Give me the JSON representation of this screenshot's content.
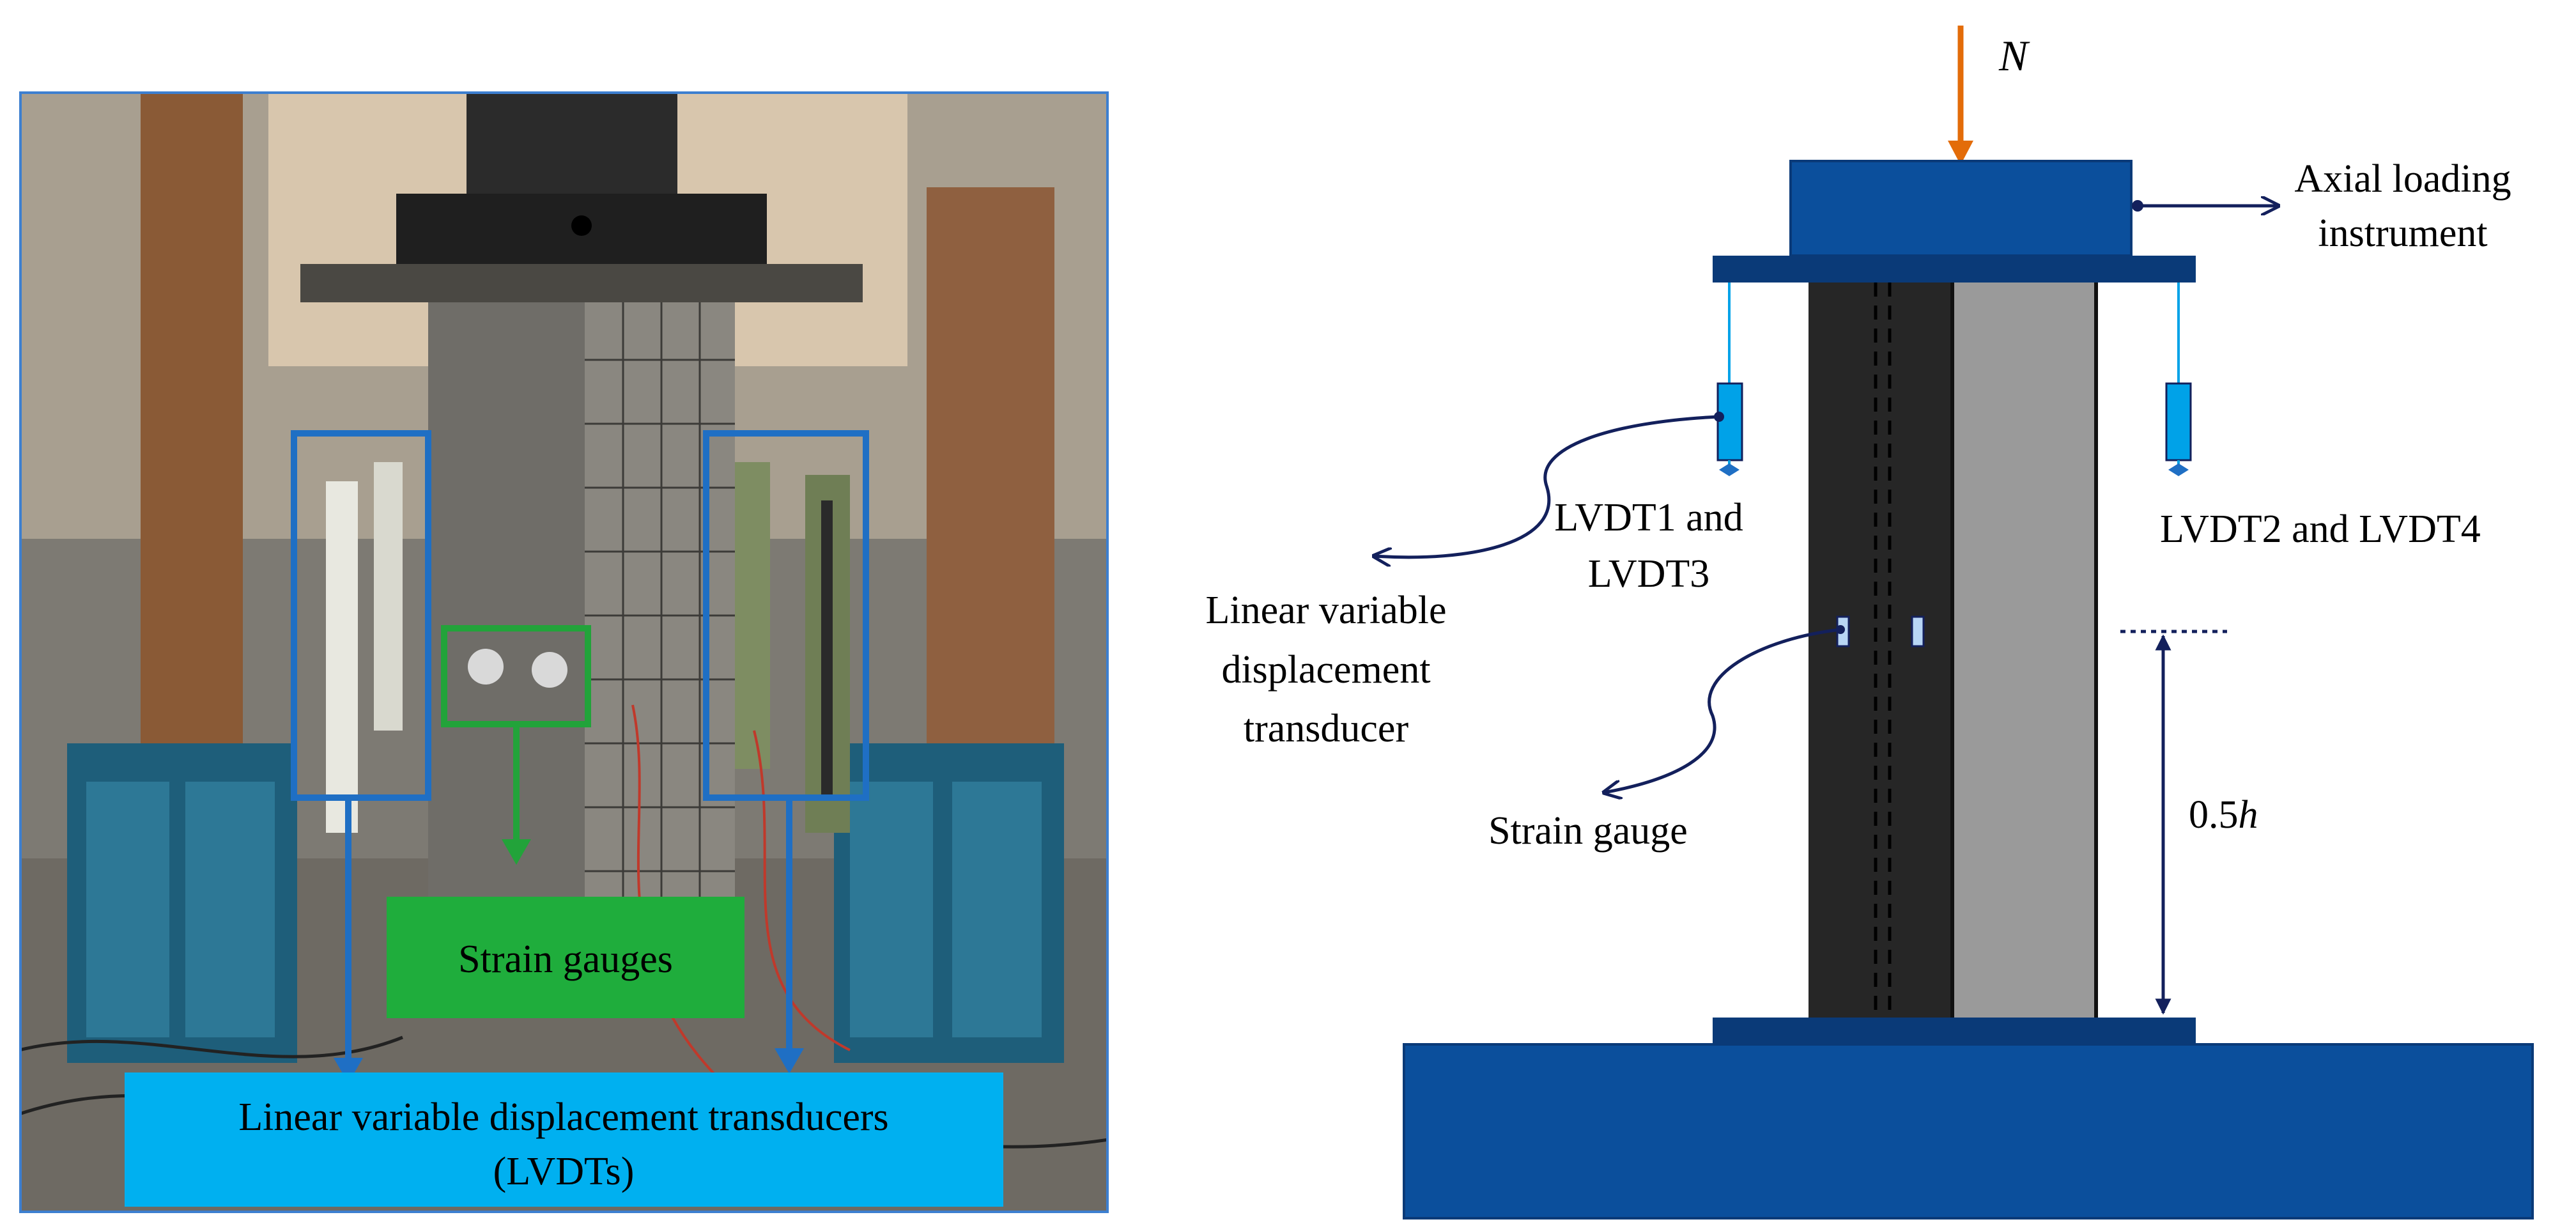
{
  "photo": {
    "strain_gauges_label": "Strain gauges",
    "lvdts_label_line1": "Linear variable displacement transducers",
    "lvdts_label_line2": "(LVDTs)",
    "colors": {
      "lvdt_box": "#1f6fc4",
      "strain_box": "#22a33a",
      "lvdt_label_bg": "#00b0f0",
      "strain_label_bg": "#1fad3c"
    }
  },
  "diagram": {
    "load_symbol": "N",
    "axial_loading_line1": "Axial loading",
    "axial_loading_line2": "instrument",
    "lvdt13_line1": "LVDT1 and",
    "lvdt13_line2": "LVDT3",
    "lvdt24": "LVDT2 and LVDT4",
    "transducer_line1": "Linear variable",
    "transducer_line2": "displacement",
    "transducer_line3": "transducer",
    "strain_gauge": "Strain gauge",
    "height_prefix": "0.5",
    "height_symbol": "h",
    "colors": {
      "plate": "#0b4f9c",
      "plate_dark": "#0a3a78",
      "column_dark": "#262626",
      "column_light": "#9a9a9a",
      "load_arrow": "#e36c09",
      "annotation": "#13205c",
      "lvdt": "#00a2e8"
    }
  }
}
